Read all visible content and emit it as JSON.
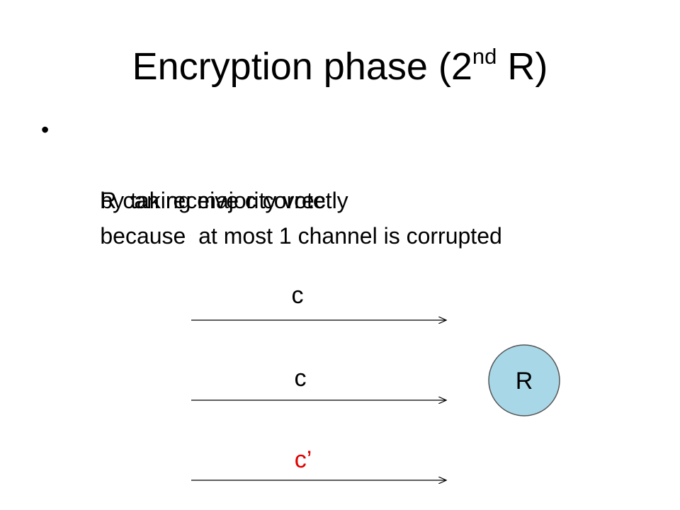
{
  "slide": {
    "title": {
      "prefix": "Encryption phase (2",
      "superscript": "nd",
      "suffix": " R)"
    },
    "bullets": [
      "R can receive c correctly",
      "by taking majority vote",
      "because  at most 1 channel is corrupted"
    ],
    "bullet_glyph": "•"
  },
  "diagram": {
    "channels": [
      {
        "label": "c",
        "color": "#000000"
      },
      {
        "label": "c",
        "color": "#000000"
      },
      {
        "label": "c’",
        "color": "#e00000"
      }
    ],
    "receiver": {
      "label": "R",
      "fill": "#a8d8e8",
      "stroke": "#555555"
    }
  }
}
